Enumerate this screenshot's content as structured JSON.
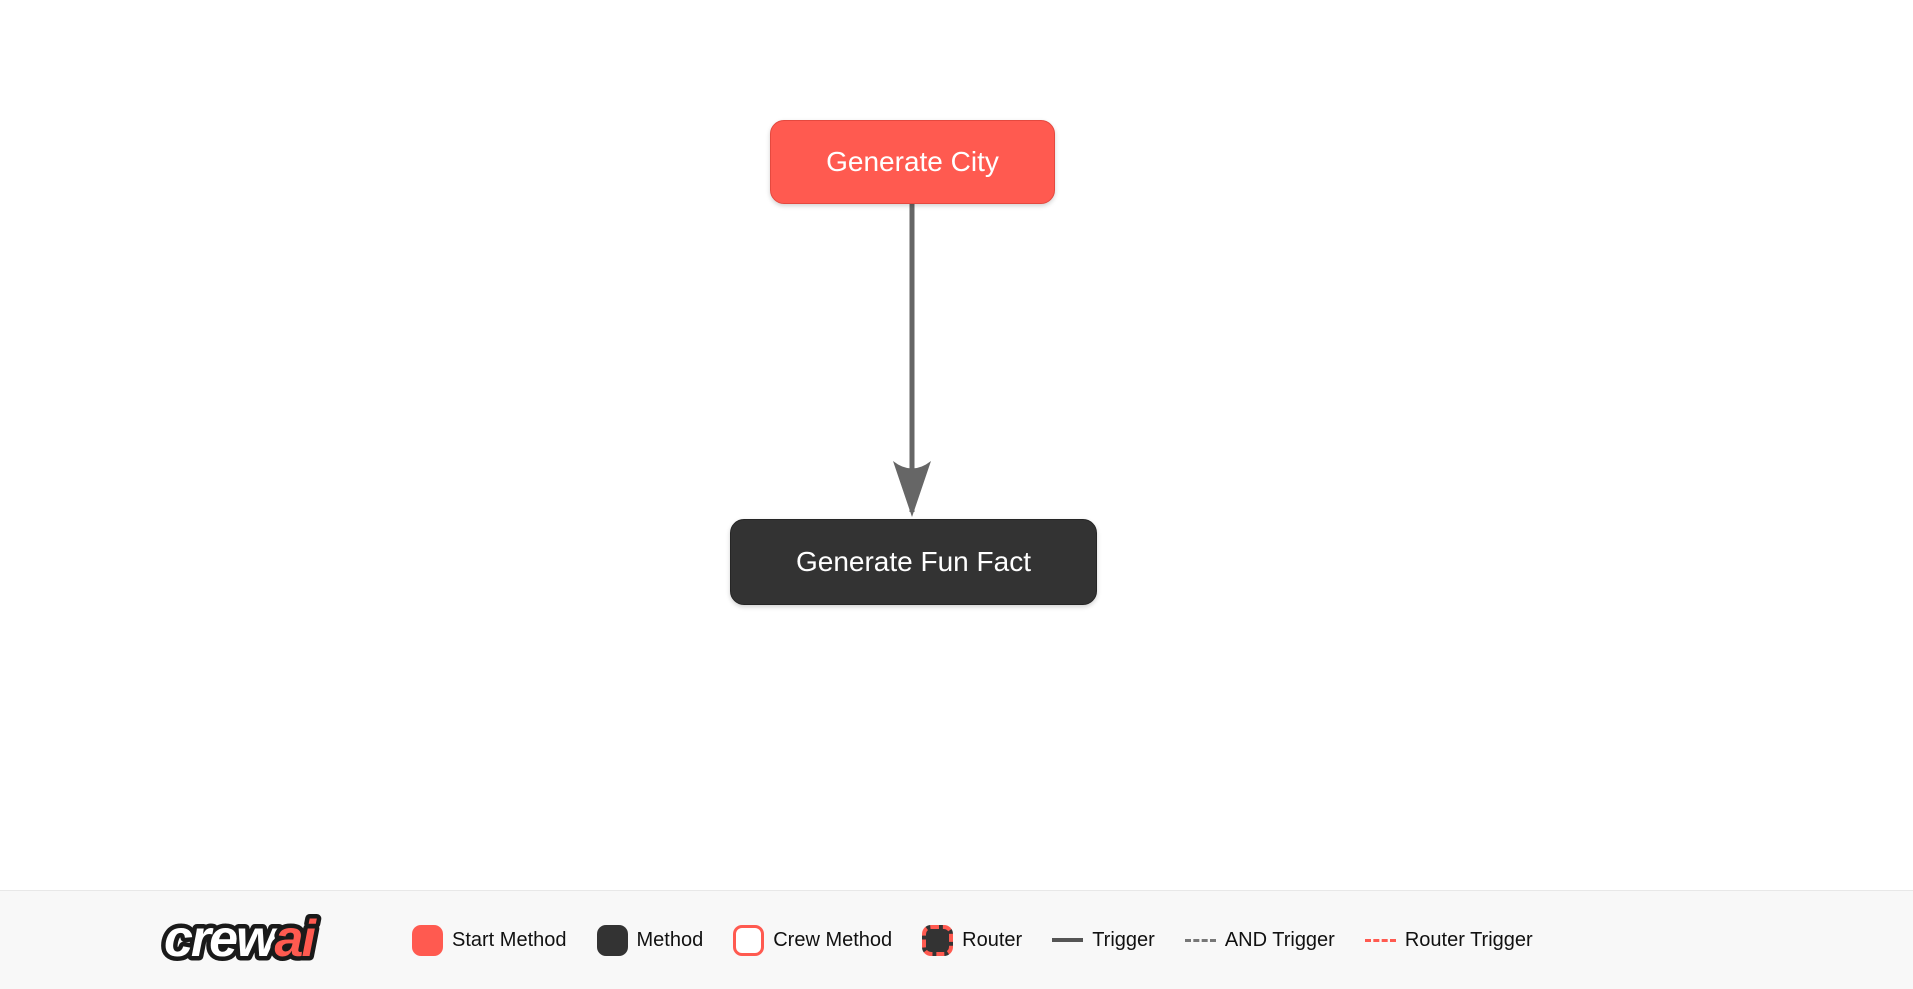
{
  "page": {
    "background": "#ffffff"
  },
  "flow": {
    "nodes": [
      {
        "label": "Generate City",
        "type": "start_method",
        "fill": "#FF5A50",
        "text_color": "#ffffff"
      },
      {
        "label": "Generate Fun Fact",
        "type": "method",
        "fill": "#333333",
        "text_color": "#ffffff"
      }
    ],
    "edge": {
      "from": "Generate City",
      "to": "Generate Fun Fact",
      "type": "trigger",
      "color": "#666666"
    }
  },
  "footer": {
    "logo": {
      "part1": "crew",
      "part2": "ai",
      "part1_color": "#ffffff",
      "part2_color": "#FF5A50",
      "outline_color": "#1a1a1a"
    },
    "legend": {
      "items": [
        {
          "label": "Start Method",
          "swatch": "start-method-swatch"
        },
        {
          "label": "Method",
          "swatch": "method-swatch"
        },
        {
          "label": "Crew Method",
          "swatch": "crew-method-swatch"
        },
        {
          "label": "Router",
          "swatch": "router-swatch"
        },
        {
          "label": "Trigger",
          "swatch": "trigger-line-swatch"
        },
        {
          "label": "AND Trigger",
          "swatch": "and-trigger-line-swatch"
        },
        {
          "label": "Router Trigger",
          "swatch": "router-trigger-line-swatch"
        }
      ],
      "colors": {
        "start_method": "#FF5A50",
        "method": "#333333",
        "crew_method_border": "#FF5A50",
        "router_border": "#FF5A50",
        "trigger_line": "#555555",
        "and_trigger_line": "#777777",
        "router_trigger_line": "#FF5A50",
        "label_text": "#111111",
        "bar_background": "#f8f8f8"
      }
    }
  }
}
